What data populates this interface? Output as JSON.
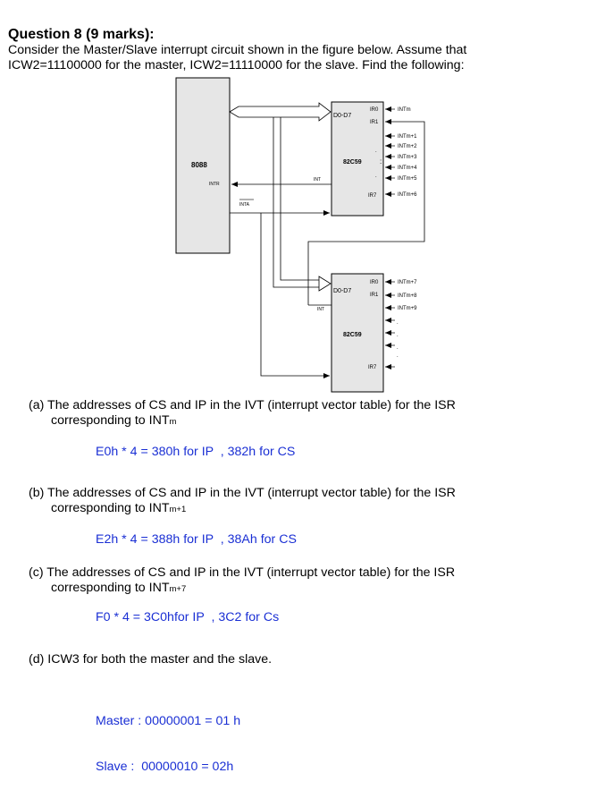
{
  "question": {
    "title": "Question 8 (9 marks):",
    "intro_line1": "Consider the Master/Slave interrupt circuit shown in the figure below. Assume that",
    "intro_line2": "ICW2=11100000 for the master, ICW2=11110000 for the slave. Find the following:"
  },
  "figure": {
    "cpu_label": "8088",
    "cpu_intr": "INTR",
    "cpu_inta": "INTA",
    "master": {
      "label": "82C59",
      "bus": "D0-D7",
      "int": "INT",
      "ir0": "IR0",
      "ir1": "IR1",
      "ir7": "IR7",
      "inputs": [
        "INTm",
        "INTm+1",
        "INTm+2",
        "INTm+3",
        "INTm+4",
        "INTm+5",
        "INTm+6"
      ]
    },
    "slave": {
      "label": "82C59",
      "bus": "D0-D7",
      "int": "INT",
      "ir0": "IR0",
      "ir1": "IR1",
      "ir7": "IR7",
      "inputs": [
        "INTm+7",
        "INTm+8",
        "INTm+9"
      ]
    }
  },
  "parts": [
    {
      "line1": "(a) The addresses of CS and IP in the IVT (interrupt vector table) for the ISR",
      "line2_prefix": "corresponding to INT",
      "line2_sub": "m",
      "answer": [
        "E0h * 4 = 380h for IP  , 382h for CS"
      ]
    },
    {
      "line1": "(b)  The addresses of CS and IP in the IVT (interrupt vector table) for the ISR",
      "line2_prefix": "corresponding to INT",
      "line2_sub": "m+1",
      "answer": [
        "E2h * 4 = 388h for IP  , 38Ah for CS"
      ]
    },
    {
      "line1": "(c) The addresses of CS and IP in the IVT (interrupt vector table) for the ISR",
      "line2_prefix": "corresponding to INT",
      "line2_sub": "m+7",
      "answer": [
        "F0 * 4 = 3C0hfor IP  , 3C2 for Cs"
      ]
    },
    {
      "line1": "(d) ICW3 for both the master and the slave.",
      "answer": [
        "Master : 00000001 = 01 h",
        "Slave :  00000010 = 02h"
      ]
    }
  ]
}
